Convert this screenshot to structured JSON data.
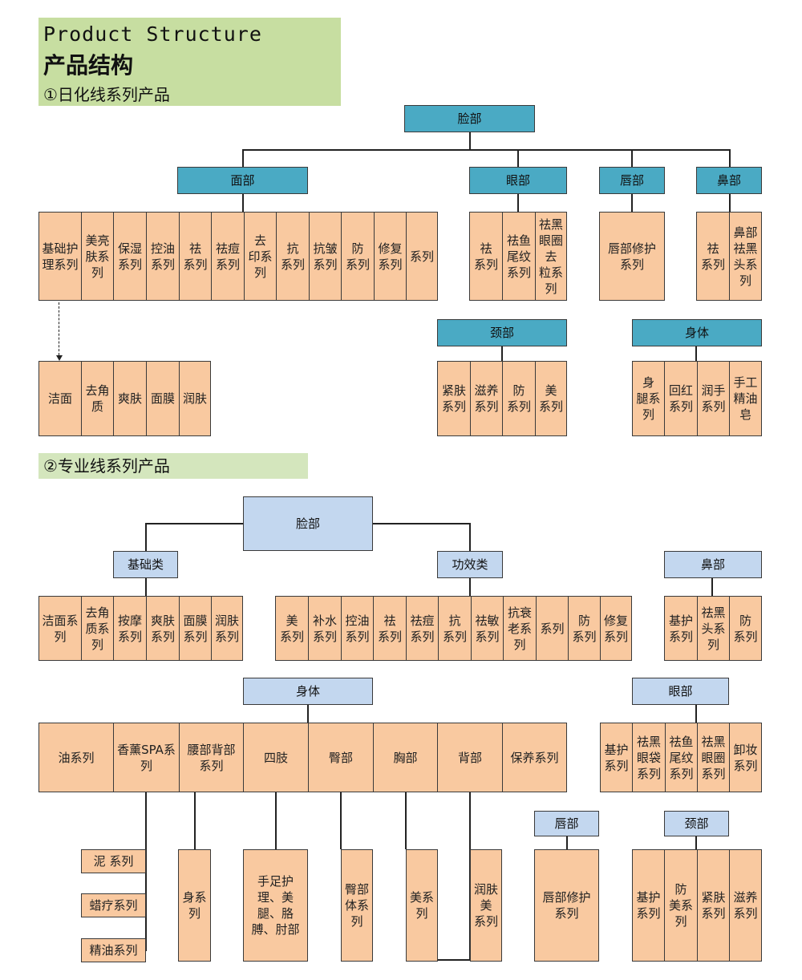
{
  "header": {
    "title_en": "Product Structure",
    "title_cn": "产品结构",
    "section1": "①日化线系列产品",
    "section2": "②专业线系列产品"
  },
  "daily": {
    "face": "脸部",
    "mian": "面部",
    "eye": "眼部",
    "lip": "唇部",
    "nose": "鼻部",
    "neck": "颈部",
    "body": "身体",
    "face_items": [
      "基础护理系列",
      "美亮肤系列",
      "保湿系列",
      "控油系列",
      "祛 系列",
      "祛痘系列",
      "去 印系列",
      "抗 系列",
      "抗皱系列",
      "防 系列",
      "修复 系列",
      " 系列"
    ],
    "basic_items": [
      "洁面",
      "去角质",
      "爽肤",
      "面膜",
      "润肤"
    ],
    "eye_items": [
      "祛 系列",
      "祛鱼尾纹系列",
      "祛黑眼圈去 粒系列"
    ],
    "lip_items": [
      "唇部修护系列"
    ],
    "nose_items": [
      "祛 系列",
      "鼻部祛黑头系列"
    ],
    "neck_items": [
      "紧肤系列",
      "滋养系列",
      "防 系列",
      "美 系列"
    ],
    "body_items": [
      "身 腿系列",
      " 回红系列",
      "润手系列",
      "手工精油皂"
    ]
  },
  "pro": {
    "face": "脸部",
    "basic": "基础类",
    "effect": "功效类",
    "nose": "鼻部",
    "body": "身体",
    "eye": "眼部",
    "lip": "唇部",
    "neck": "颈部",
    "basic_items": [
      "洁面系列",
      "去角质系列",
      "按摩系列",
      "爽肤系列",
      "面膜系列",
      "润肤系列"
    ],
    "effect_items": [
      "美 系列",
      "补水系列",
      "控油系列",
      "祛 系列",
      "祛痘系列",
      "抗 系列",
      "祛敏系列",
      "抗衰老系列",
      " 系列",
      "防 系列",
      "修复系列"
    ],
    "nose_items": [
      "基护系列",
      "祛黑头系列",
      "防 系列"
    ],
    "body_items": [
      " 油系列",
      "香薰SPA系列",
      "腰部背部系列",
      "四肢",
      "臀部",
      "胸部",
      "背部",
      " 保养系列"
    ],
    "eye_items": [
      "基护系列",
      "祛黑眼袋系列",
      "祛鱼尾纹系列",
      "祛黑眼圈系列",
      "卸妆系列"
    ],
    "oil_items": [
      "泥 系列",
      "蜡疗系列",
      "精油系列"
    ],
    "body_sub": [
      " 身系列",
      "手足护理、美腿、胳膊、肘部",
      "臀部 体系列",
      " 美系列",
      "润肤美 系列"
    ],
    "lip_items": [
      "唇部修护系列"
    ],
    "neck_items": [
      "基护系列",
      "防 美系列",
      "紧肤系列",
      "滋养系列"
    ]
  },
  "colors": {
    "dark_header": "#4aaac4",
    "light_header": "#c3d7ef",
    "leaf": "#f9c9a0",
    "title_band": "#c7dea1"
  }
}
